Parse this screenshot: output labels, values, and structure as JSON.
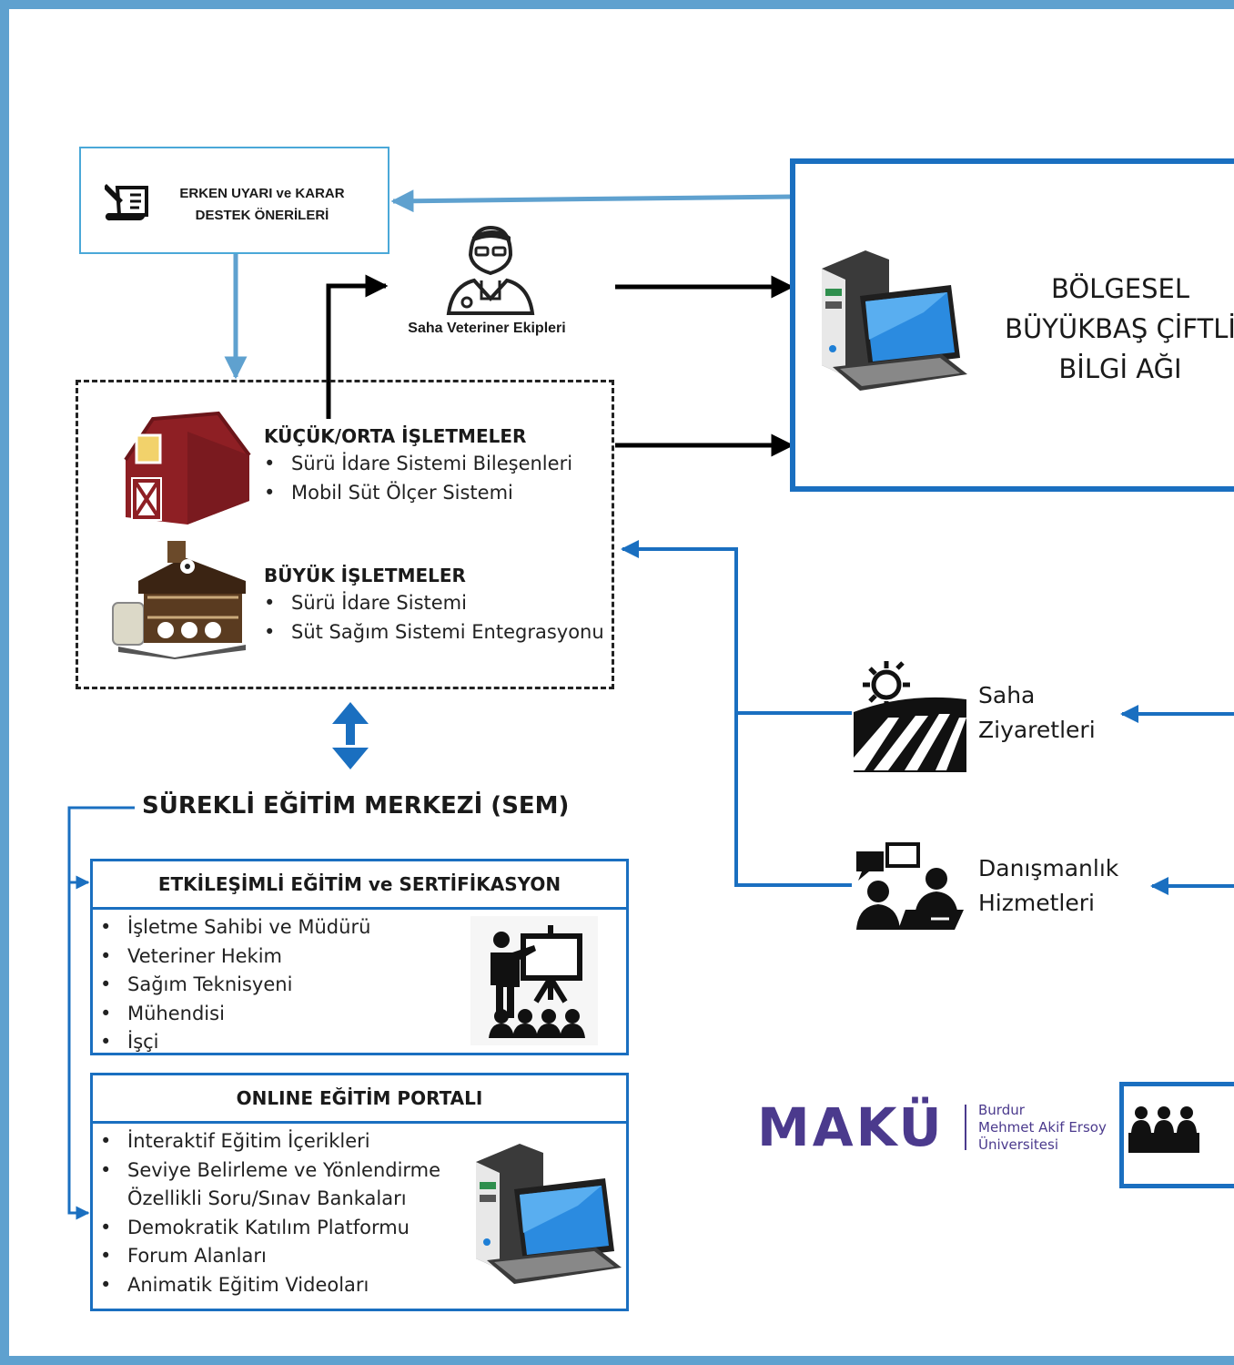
{
  "colors": {
    "frame": "#5fa1cf",
    "blue": "#1a6fc0",
    "light_blue": "#4aa8d8",
    "logo": "#4b3a8d",
    "arrow_black": "#000000"
  },
  "alert": {
    "icon": "document-pen-icon",
    "line1": "ERKEN UYARI ve KARAR",
    "line2": "DESTEK ÖNERİLERİ"
  },
  "vet": {
    "icon": "doctor-icon",
    "label": "Saha Veteriner Ekipleri"
  },
  "farms": {
    "small": {
      "icon": "barn-icon",
      "title": "KÜÇÜK/ORTA İŞLETMELER",
      "items": [
        "Sürü İdare Sistemi Bileşenleri",
        "Mobil Süt Ölçer Sistemi"
      ]
    },
    "large": {
      "icon": "dairy-farm-icon",
      "title": "BÜYÜK İŞLETMELER",
      "items": [
        "Sürü İdare Sistemi",
        "Süt Sağım Sistemi Entegrasyonu"
      ]
    }
  },
  "network": {
    "icon": "computer-icon",
    "line1": "BÖLGESEL",
    "line2": "BÜYÜKBAŞ ÇİFTLİ",
    "line3": "BİLGİ AĞI"
  },
  "sem": {
    "title": "SÜREKLİ EĞİTİM MERKEZİ (SEM)",
    "panel1": {
      "title": "ETKİLEŞİMLİ EĞİTİM ve SERTİFİKASYON",
      "icon": "presentation-icon",
      "items": [
        "İşletme Sahibi ve Müdürü",
        "Veteriner Hekim",
        "Sağım Teknisyeni",
        "Mühendisi",
        "İşçi"
      ]
    },
    "panel2": {
      "title": "ONLINE EĞİTİM PORTALI",
      "icon": "computer-icon",
      "items": [
        "İnteraktif Eğitim İçerikleri",
        "Seviye Belirleme ve Yönlendirme",
        "Özellikli Soru/Sınav Bankaları",
        "Demokratik Katılım Platformu",
        "Forum Alanları",
        "Animatik Eğitim Videoları"
      ]
    }
  },
  "services": {
    "field": {
      "icon": "field-sun-icon",
      "line1": "Saha",
      "line2": "Ziyaretleri"
    },
    "consult": {
      "icon": "consultation-icon",
      "line1": "Danışmanlık",
      "line2": "Hizmetleri"
    }
  },
  "logo": {
    "name": "MAKÜ",
    "sub1": "Burdur",
    "sub2": "Mehmet Akif Ersoy",
    "sub3": "Üniversitesi"
  },
  "meeting": {
    "icon": "meeting-icon"
  }
}
